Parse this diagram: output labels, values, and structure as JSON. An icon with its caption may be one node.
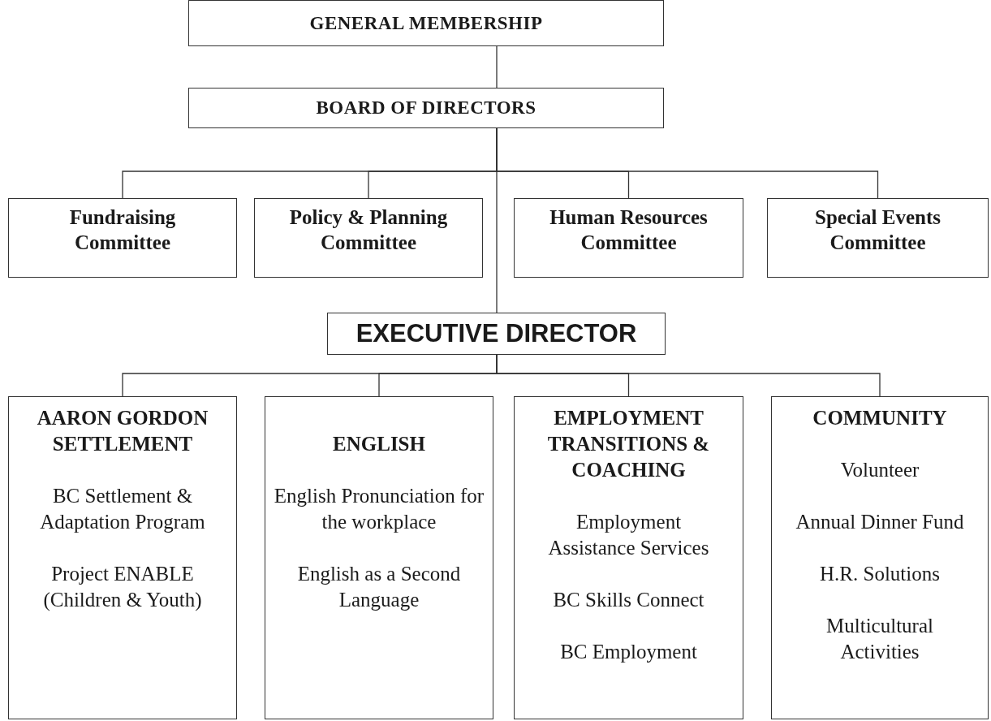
{
  "diagram": {
    "nodes": [
      {
        "text": [
          "GENERAL MEMBERSHIP"
        ]
      },
      {
        "text": [
          "BOARD OF DIRECTORS"
        ]
      },
      {
        "text": [
          "Fundraising Committee"
        ]
      },
      {
        "text": [
          "Policy & Planning Committee"
        ]
      },
      {
        "text": [
          "Human Resources Committee"
        ]
      },
      {
        "text": [
          "Special Events Committee"
        ]
      },
      {
        "text": [
          "EXECUTIVE DIRECTOR"
        ]
      },
      {
        "text": [
          "AARON GORDON SETTLEMENT",
          "BC Settlement & Adaptation Program",
          "Project ENABLE (Children & Youth)"
        ]
      },
      {
        "text": [
          "ENGLISH",
          "English Pronunciation for the workplace",
          "English as a Second Language"
        ]
      },
      {
        "text": [
          "EMPLOYMENT TRANSITIONS & COACHING",
          "Employment Assistance Services",
          "BC Skills Connect",
          "BC Employment"
        ]
      },
      {
        "text": [
          "COMMUNITY",
          "Volunteer",
          "Annual Dinner Fund",
          "H.R. Solutions",
          "Multicultural Activities"
        ]
      }
    ],
    "edges": [
      {
        "from": 0,
        "to": 1,
        "arrow": "none"
      },
      {
        "from": 1,
        "to": 2,
        "arrow": "none"
      },
      {
        "from": 1,
        "to": 3,
        "arrow": "none"
      },
      {
        "from": 1,
        "to": 4,
        "arrow": "none"
      },
      {
        "from": 1,
        "to": 5,
        "arrow": "none"
      },
      {
        "from": 1,
        "to": 6,
        "arrow": "none"
      },
      {
        "from": 6,
        "to": 7,
        "arrow": "none"
      },
      {
        "from": 6,
        "to": 8,
        "arrow": "none"
      },
      {
        "from": 6,
        "to": 9,
        "arrow": "none"
      },
      {
        "from": 6,
        "to": 10,
        "arrow": "none"
      }
    ]
  }
}
